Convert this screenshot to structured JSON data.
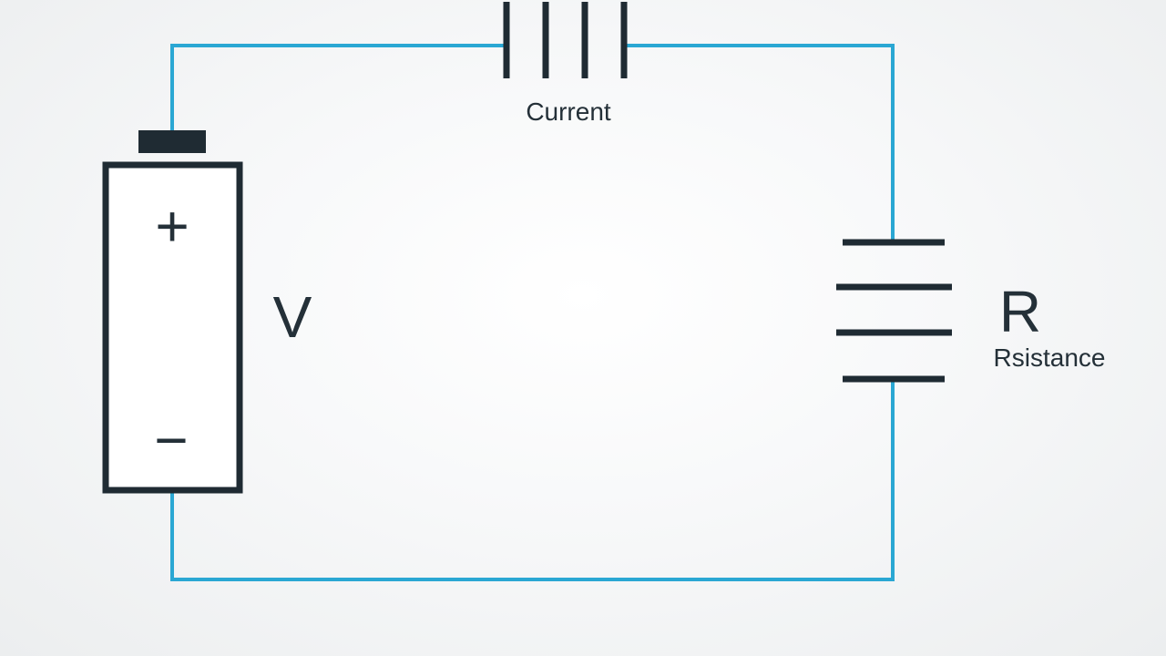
{
  "diagram": {
    "labels": {
      "current": "Current",
      "voltage": "V",
      "resistor_symbol": "R",
      "resistor_name": "Rsistance"
    },
    "battery": {
      "positive": "+",
      "negative": "−"
    },
    "colors": {
      "wire": "#2aa7d3",
      "ink": "#1f2b33",
      "background": "#f4f5f6"
    }
  }
}
